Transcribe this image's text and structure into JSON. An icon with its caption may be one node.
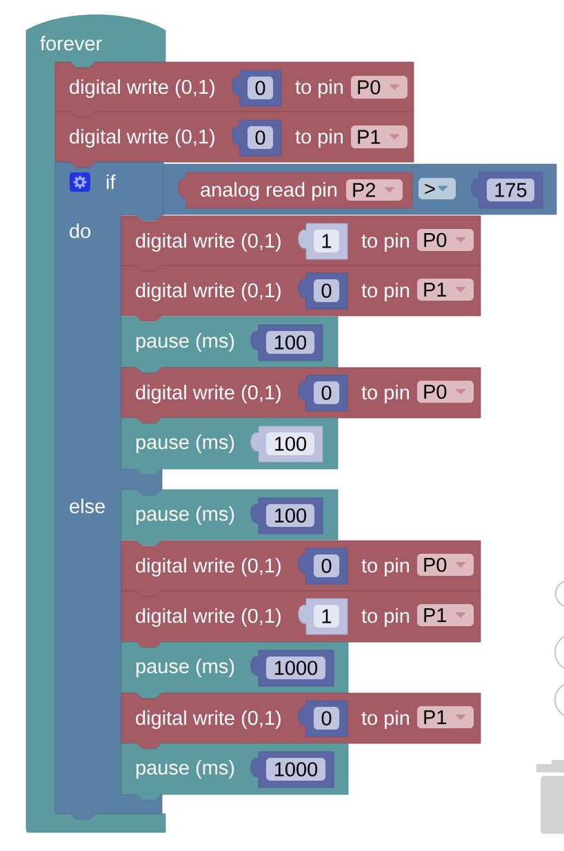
{
  "diagram": {
    "nodes": [
      {
        "text": [
          "forever"
        ]
      },
      {
        "text": [
          "digital write (0,1)",
          "to pin"
        ]
      },
      {
        "text": [
          "0"
        ],
        "in": 1
      },
      {
        "text": [
          "P0"
        ],
        "in": 1
      },
      {
        "text": [
          "digital write (0,1)",
          "to pin"
        ]
      },
      {
        "text": [
          "0"
        ],
        "in": 4
      },
      {
        "text": [
          "P1"
        ],
        "in": 4
      },
      {
        "text": [
          "if",
          "do",
          "else"
        ]
      },
      {
        "text": [],
        "shape": "box"
      },
      {
        "text": [
          "analog read pin"
        ],
        "in": 8
      },
      {
        "text": [
          "P2"
        ],
        "in": 9
      },
      {
        "text": [
          ">"
        ],
        "in": 8
      },
      {
        "text": [
          "175"
        ],
        "in": 8
      },
      {
        "text": [
          "digital write (0,1)",
          "to pin"
        ]
      },
      {
        "text": [
          "1"
        ],
        "in": 13
      },
      {
        "text": [
          "P0"
        ],
        "in": 13
      },
      {
        "text": [
          "digital write (0,1)",
          "to pin"
        ]
      },
      {
        "text": [
          "0"
        ],
        "in": 16
      },
      {
        "text": [
          "P1"
        ],
        "in": 16
      },
      {
        "text": [
          "pause (ms)"
        ]
      },
      {
        "text": [
          "100"
        ],
        "in": 19
      },
      {
        "text": [
          "digital write (0,1)",
          "to pin"
        ]
      },
      {
        "text": [
          "0"
        ],
        "in": 21
      },
      {
        "text": [
          "P0"
        ],
        "in": 21
      },
      {
        "text": [
          "pause (ms)"
        ]
      },
      {
        "text": [
          "100"
        ],
        "in": 24
      },
      {
        "text": [
          "pause (ms)"
        ]
      },
      {
        "text": [
          "100"
        ],
        "in": 26
      },
      {
        "text": [
          "digital write (0,1)",
          "to pin"
        ]
      },
      {
        "text": [
          "0"
        ],
        "in": 28
      },
      {
        "text": [
          "P0"
        ],
        "in": 28
      },
      {
        "text": [
          "digital write (0,1)",
          "to pin"
        ]
      },
      {
        "text": [
          "1"
        ],
        "in": 31
      },
      {
        "text": [
          "P1"
        ],
        "in": 31
      },
      {
        "text": [
          "pause (ms)"
        ]
      },
      {
        "text": [
          "1000"
        ],
        "in": 34
      },
      {
        "text": [
          "digital write (0,1)",
          "to pin"
        ]
      },
      {
        "text": [
          "0"
        ],
        "in": 36
      },
      {
        "text": [
          "P1"
        ],
        "in": 36
      },
      {
        "text": [
          "pause (ms)"
        ]
      },
      {
        "text": [
          "1000"
        ],
        "in": 39
      }
    ]
  }
}
